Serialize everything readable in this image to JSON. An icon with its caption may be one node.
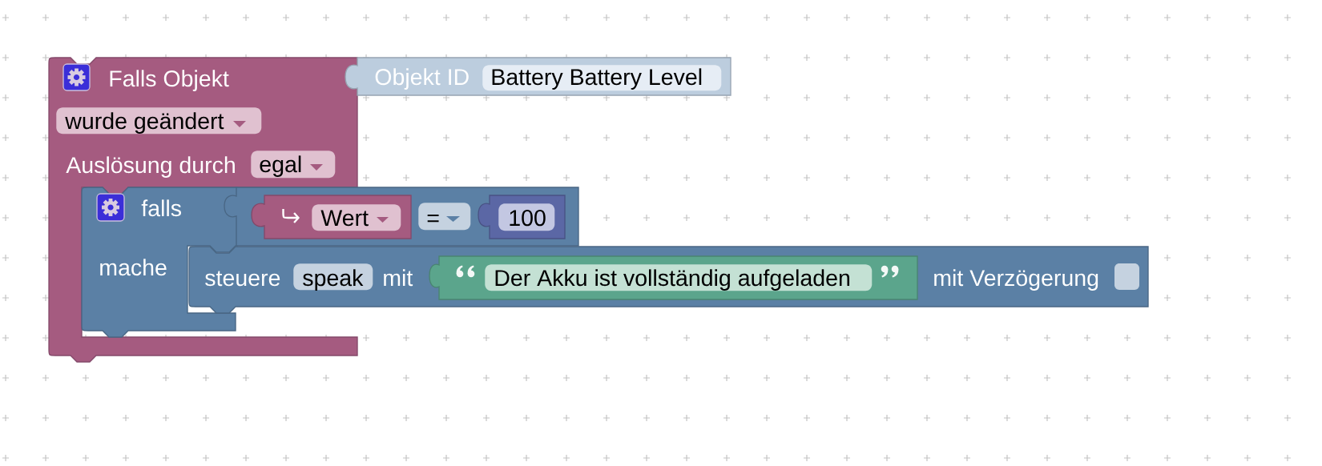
{
  "diagram": {
    "nodes": [
      {
        "text": [
          "Falls Objekt",
          "Auslösung durch"
        ]
      },
      {
        "text": [
          "wurde geändert"
        ],
        "in": 0
      },
      {
        "text": [
          "egal"
        ],
        "in": 0
      },
      {
        "text": [
          "Objekt ID"
        ]
      },
      {
        "text": [
          "Battery Battery Level"
        ],
        "in": 3
      },
      {
        "text": [
          "falls",
          "mache"
        ],
        "in": 0
      },
      {
        "text": [],
        "shape": "box"
      },
      {
        "text": [],
        "shape": "box",
        "in": 6
      },
      {
        "text": [
          "Wert"
        ],
        "in": 7
      },
      {
        "text": [
          "="
        ],
        "in": 6
      },
      {
        "text": [],
        "shape": "box",
        "in": 6
      },
      {
        "text": [
          "100"
        ],
        "in": 10
      },
      {
        "text": [
          "steuere",
          "mit",
          "mit Verzögerung"
        ]
      },
      {
        "text": [
          "speak"
        ],
        "in": 12
      },
      {
        "text": [],
        "shape": "box",
        "in": 12
      },
      {
        "text": [
          "Der Akku ist vollständig aufgeladen"
        ],
        "in": 14
      }
    ]
  }
}
